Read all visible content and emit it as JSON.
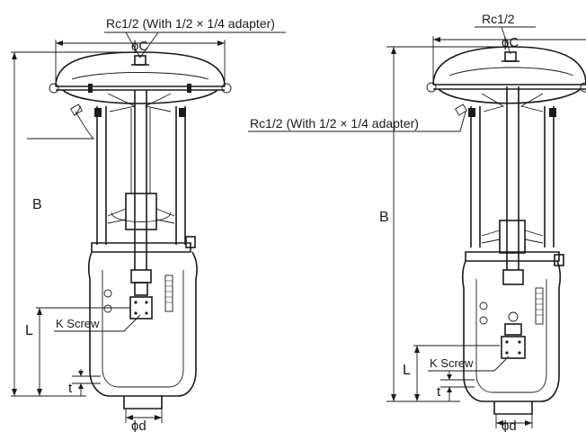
{
  "labels": {
    "left_port": "Rc1/2 (With 1/2 × 1/4 adapter)",
    "right_port_top": "Rc1/2",
    "right_port_side": "Rc1/2 (With 1/2 × 1/4 adapter)",
    "dim_c": "ϕC",
    "dim_b": "B",
    "dim_l": "L",
    "dim_t": "t",
    "dim_d": "ϕd",
    "k_screw": "K Screw"
  }
}
